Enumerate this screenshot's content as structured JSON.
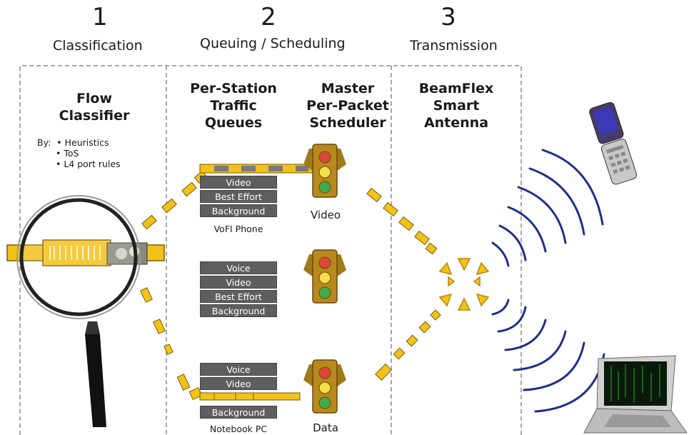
{
  "stages": [
    {
      "number": "1",
      "title": "Classification"
    },
    {
      "number": "2",
      "title": "Queuing / Scheduling"
    },
    {
      "number": "3",
      "title": "Transmission"
    }
  ],
  "classifier": {
    "title_line1": "Flow",
    "title_line2": "Classifier",
    "by_label": "By:",
    "criteria": [
      "Heuristics",
      "ToS",
      "L4 port rules"
    ]
  },
  "queues_heading": [
    "Per-Station",
    "Traffic",
    "Queues"
  ],
  "scheduler_heading": [
    "Master",
    "Per-Packet",
    "Scheduler"
  ],
  "antenna_heading": [
    "BeamFlex",
    "Smart",
    "Antenna"
  ],
  "stations": [
    {
      "name": "VoFI Phone",
      "queues": [
        "",
        "Video",
        "Best Effort",
        "Background"
      ],
      "traffic_type": "Video"
    },
    {
      "name": "",
      "queues": [
        "Voice",
        "Video",
        "Best Effort",
        "Background"
      ],
      "traffic_type": ""
    },
    {
      "name": "Notebook PC",
      "queues": [
        "Voice",
        "Video",
        "",
        "Background"
      ],
      "traffic_type": "Data"
    }
  ],
  "colors": {
    "packet": "#f2c21a",
    "packet_dark": "#b8860b",
    "queue_fill": "#5e5e5e",
    "wave": "#1f2f8a",
    "border_dash": "#8a8a8a",
    "light_red": "#e0453a",
    "light_yellow": "#f4e04a",
    "light_green": "#3fae4a"
  }
}
